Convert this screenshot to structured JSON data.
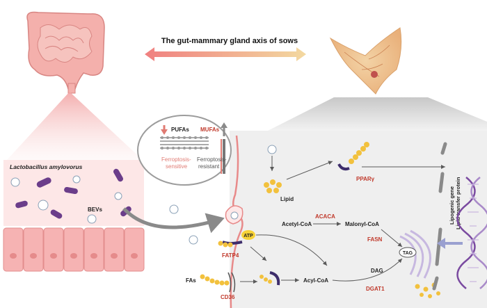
{
  "title": "The gut-mammary gland axis of sows",
  "colors": {
    "red": "#c0392b",
    "salmon": "#e07b73",
    "gray": "#5a5a5a",
    "purple": "#6b3d8a",
    "yellow": "#f2c13d",
    "bg": "#efefef"
  },
  "intestine": {
    "bacterium_label": "Lactobacillus amylovorus",
    "vesicle_label": "BEVs"
  },
  "membrane_inset": {
    "pufa": "PUFAs",
    "mufa": "MUFAs",
    "sensitive_line1": "Ferroptosis-",
    "sensitive_line2": "sensitive",
    "resistant_line1": "Ferroptosis-",
    "resistant_line2": "resistant"
  },
  "cell": {
    "lipid": "Lipid",
    "pparg": "PPARγ",
    "atp": "ATP",
    "acetyl_coa": "Acetyl-CoA",
    "acaca": "ACACA",
    "malonyl_coa": "Malonyl-CoA",
    "fasn": "FASN",
    "tag": "TAG",
    "fatp4": "FATP4",
    "fas": "FAs",
    "cd36": "CD36",
    "acyl_coa": "Acyl-CoA",
    "dag": "DAG",
    "dgat1": "DGAT1",
    "gene_line1": "Lipogenic gene",
    "gene_line2": "Lipid transfer protein"
  }
}
